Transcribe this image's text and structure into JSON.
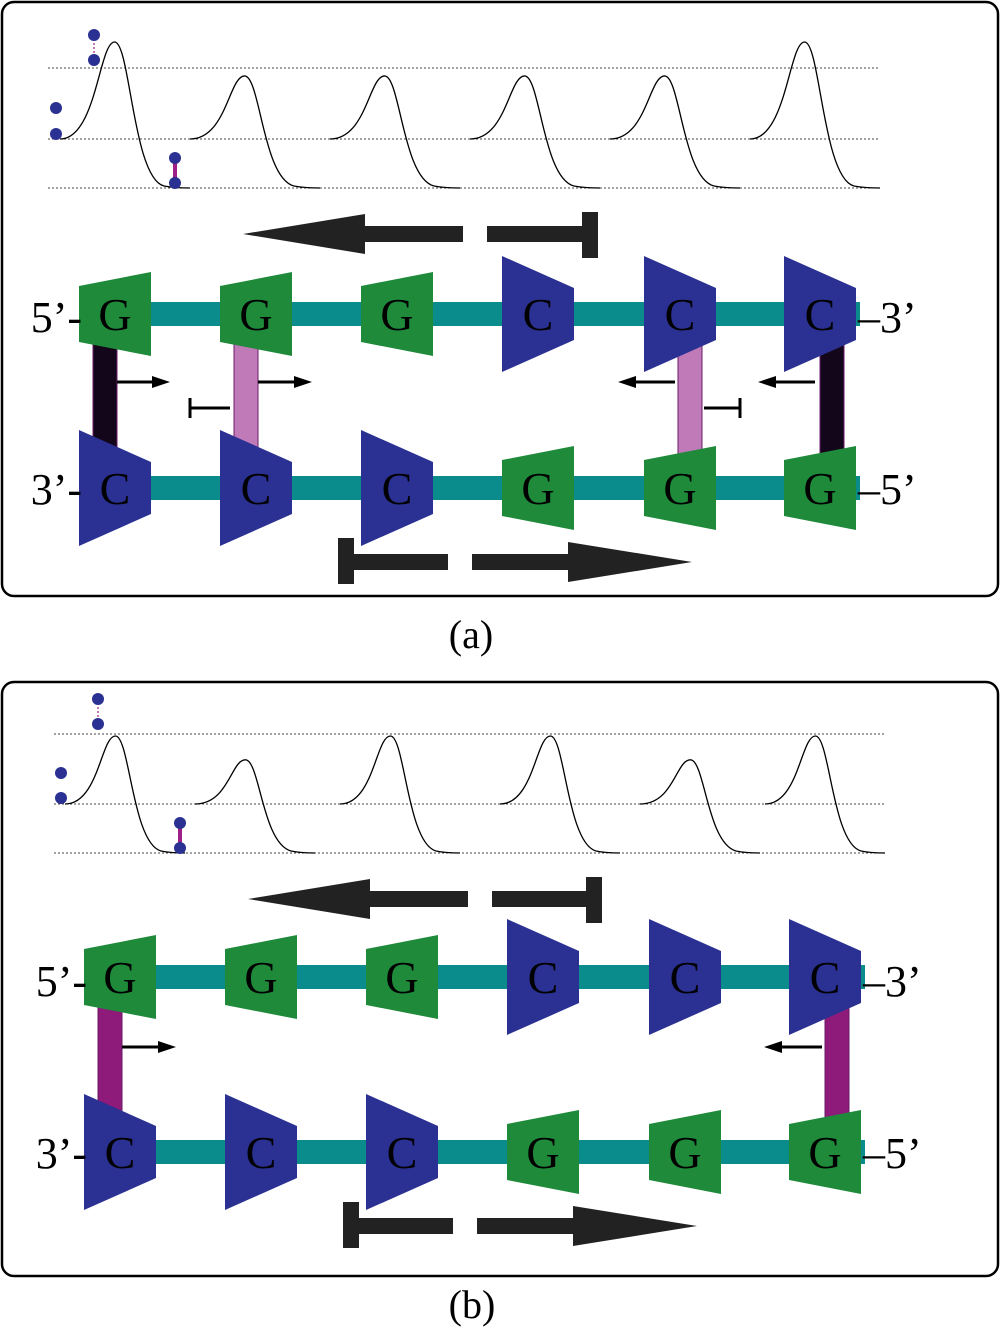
{
  "panels": [
    {
      "id": "a",
      "caption": "(a)",
      "top_left_label": "5’-",
      "top_right_label": "–3’",
      "bottom_left_label": "3’-",
      "bottom_right_label": "–5’",
      "top_strand": [
        "G",
        "G",
        "G",
        "C",
        "C",
        "C"
      ],
      "bottom_strand": [
        "C",
        "C",
        "C",
        "G",
        "G",
        "G"
      ],
      "peak_heights": [
        1.0,
        0.65,
        0.65,
        0.65,
        0.65,
        1.0
      ],
      "bonds": [
        {
          "index": 0,
          "kind": "strong"
        },
        {
          "index": 1,
          "kind": "weak"
        },
        {
          "index": 4,
          "kind": "weak"
        },
        {
          "index": 5,
          "kind": "strong"
        }
      ]
    },
    {
      "id": "b",
      "caption": "(b)",
      "top_left_label": "5’-",
      "top_right_label": "–3’",
      "bottom_left_label": "3’-",
      "bottom_right_label": "–5’",
      "top_strand": [
        "G",
        "G",
        "G",
        "C",
        "C",
        "C"
      ],
      "bottom_strand": [
        "C",
        "C",
        "C",
        "G",
        "G",
        "G"
      ],
      "peak_heights": [
        1.0,
        0.65,
        1.0,
        1.0,
        0.65,
        1.0
      ],
      "bonds": [
        {
          "index": 0,
          "kind": "medium"
        },
        {
          "index": 5,
          "kind": "medium"
        }
      ]
    }
  ],
  "colors": {
    "guanine": "#1e8a3a",
    "cytosine": "#2b3192",
    "backbone": "#0a8c8c",
    "bond_strong": "#14061a",
    "bond_weak": "#c07ab8",
    "bond_medium": "#8e1b7a",
    "arrow": "#222222",
    "bead": "#2b3192",
    "bead_link": "#a0208a"
  }
}
